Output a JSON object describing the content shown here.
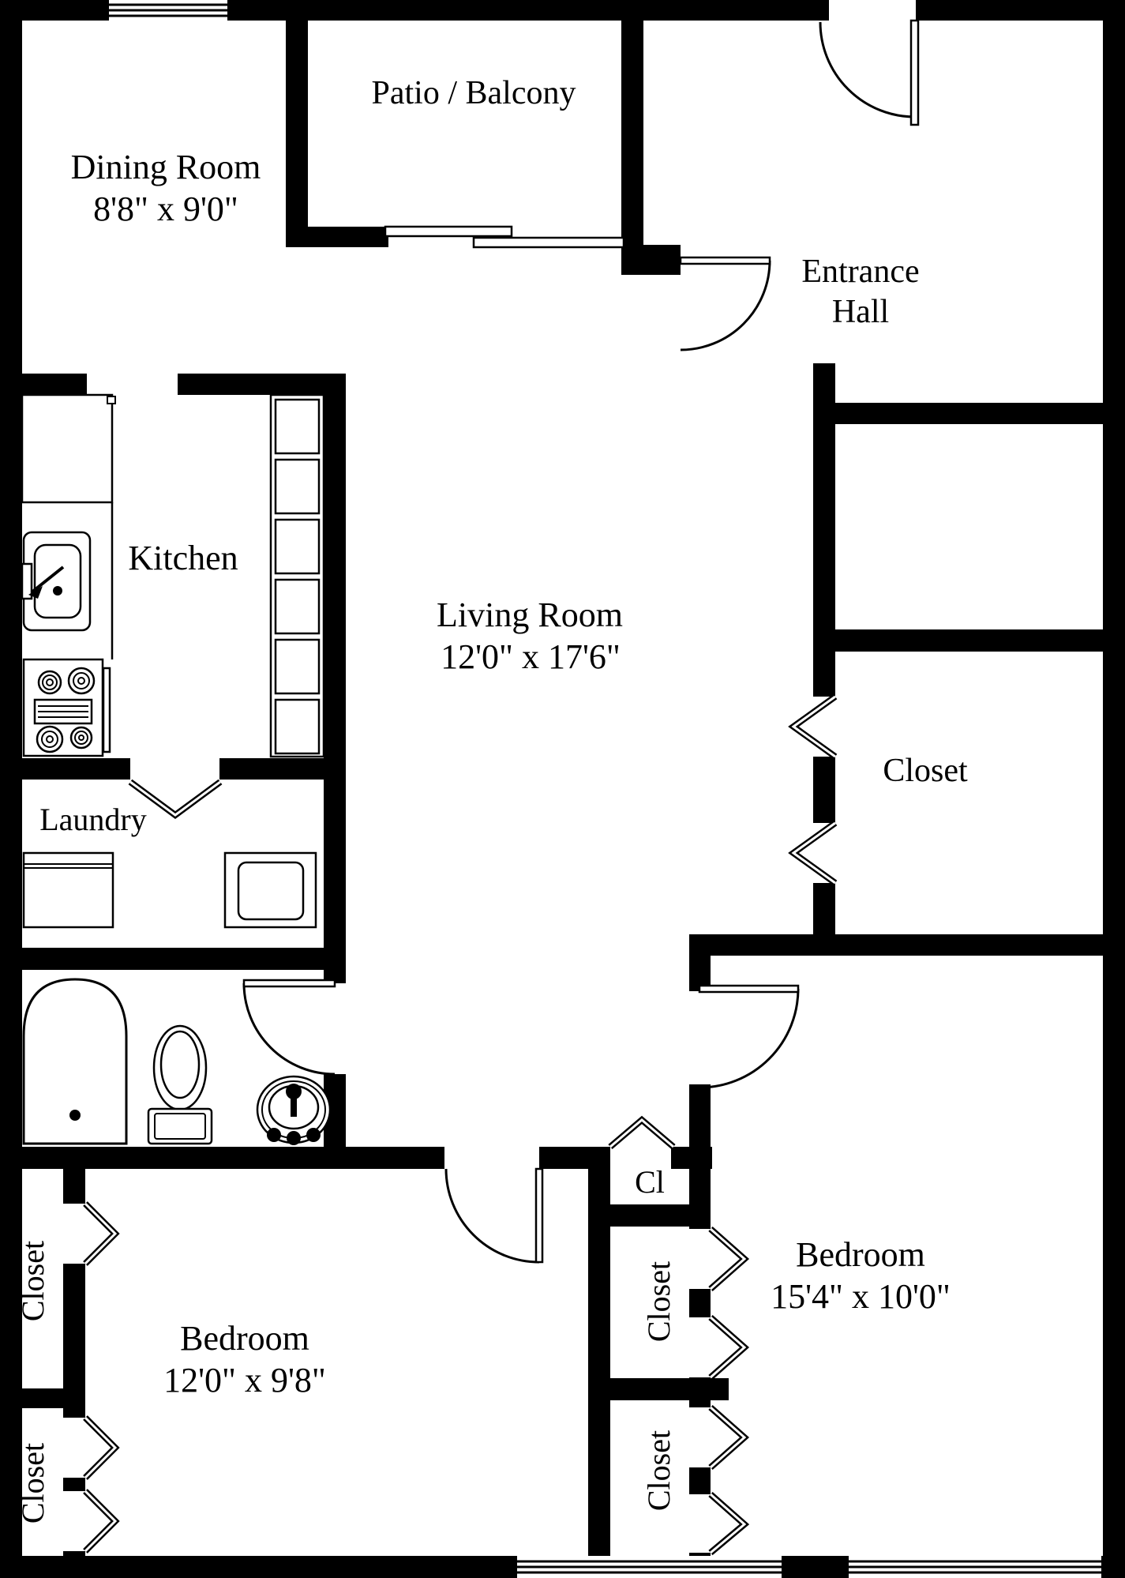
{
  "colors": {
    "wall": "#000000",
    "floor": "#ffffff",
    "line": "#000000"
  },
  "rooms": {
    "patio": {
      "name": "Patio / Balcony"
    },
    "dining": {
      "name": "Dining Room",
      "dims": "8'8\" x 9'0\""
    },
    "entrance": {
      "line1": "Entrance",
      "line2": "Hall"
    },
    "kitchen": {
      "name": "Kitchen"
    },
    "living": {
      "name": "Living Room",
      "dims": "12'0\" x 17'6\""
    },
    "laundry": {
      "name": "Laundry"
    },
    "closet_right": {
      "name": "Closet"
    },
    "closet_small": {
      "name": "Cl"
    },
    "bedroom_left": {
      "name": "Bedroom",
      "dims": "12'0\" x 9'8\""
    },
    "bedroom_right": {
      "name": "Bedroom",
      "dims": "15'4\" x 10'0\""
    },
    "closet_bl_upper": {
      "name": "Closet"
    },
    "closet_bl_lower": {
      "name": "Closet"
    },
    "closet_col_upper": {
      "name": "Closet"
    },
    "closet_col_lower": {
      "name": "Closet"
    }
  },
  "fixtures": [
    "refrigerator",
    "kitchen-sink",
    "faucet",
    "stove-burners",
    "oven-handle",
    "pantry-shelves",
    "washer",
    "dryer",
    "bathtub",
    "toilet",
    "bathroom-sink",
    "sliding-glass-door",
    "window",
    "hinged-door",
    "bifold-closet-door"
  ]
}
